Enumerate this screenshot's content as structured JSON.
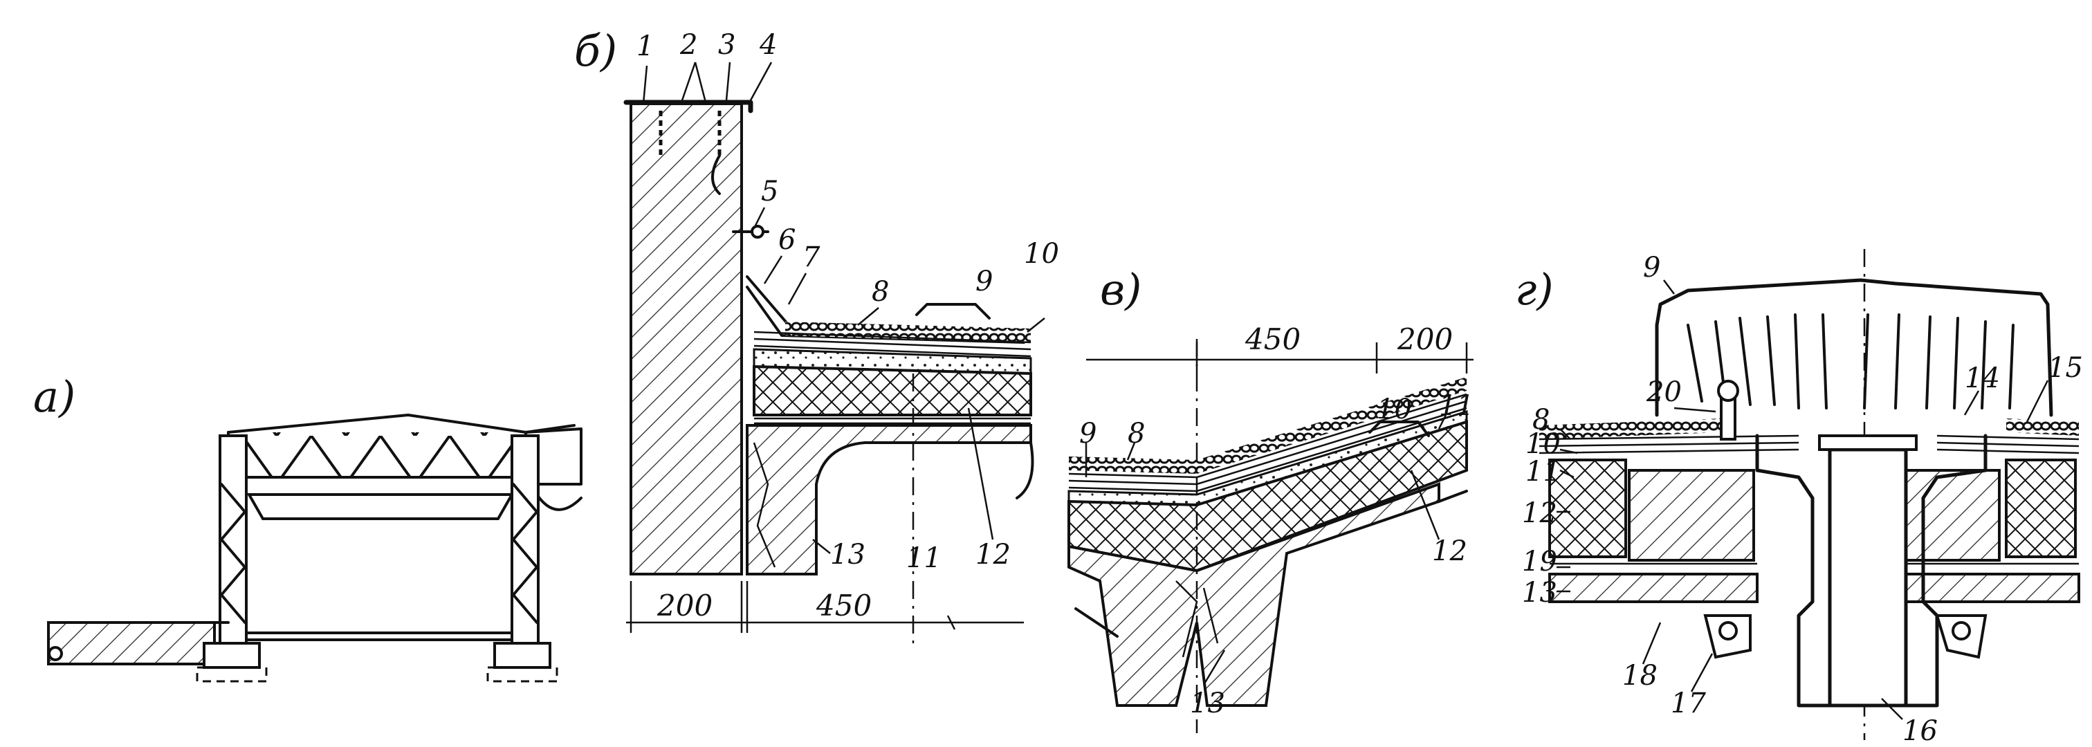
{
  "panels": {
    "a": {
      "label": "а)"
    },
    "b": {
      "label": "б)",
      "callouts": [
        "1",
        "2",
        "3",
        "4",
        "5",
        "6",
        "7",
        "8",
        "9",
        "10",
        "11",
        "12",
        "13"
      ],
      "dims": [
        "200",
        "450"
      ]
    },
    "v": {
      "label": "в)",
      "callouts": [
        "8",
        "9",
        "10",
        "11",
        "12",
        "13"
      ],
      "dims": [
        "450",
        "200"
      ]
    },
    "g": {
      "label": "г)",
      "callouts": [
        "8",
        "9",
        "10",
        "11",
        "12",
        "13",
        "14",
        "15",
        "16",
        "17",
        "18",
        "19",
        "20"
      ]
    }
  }
}
